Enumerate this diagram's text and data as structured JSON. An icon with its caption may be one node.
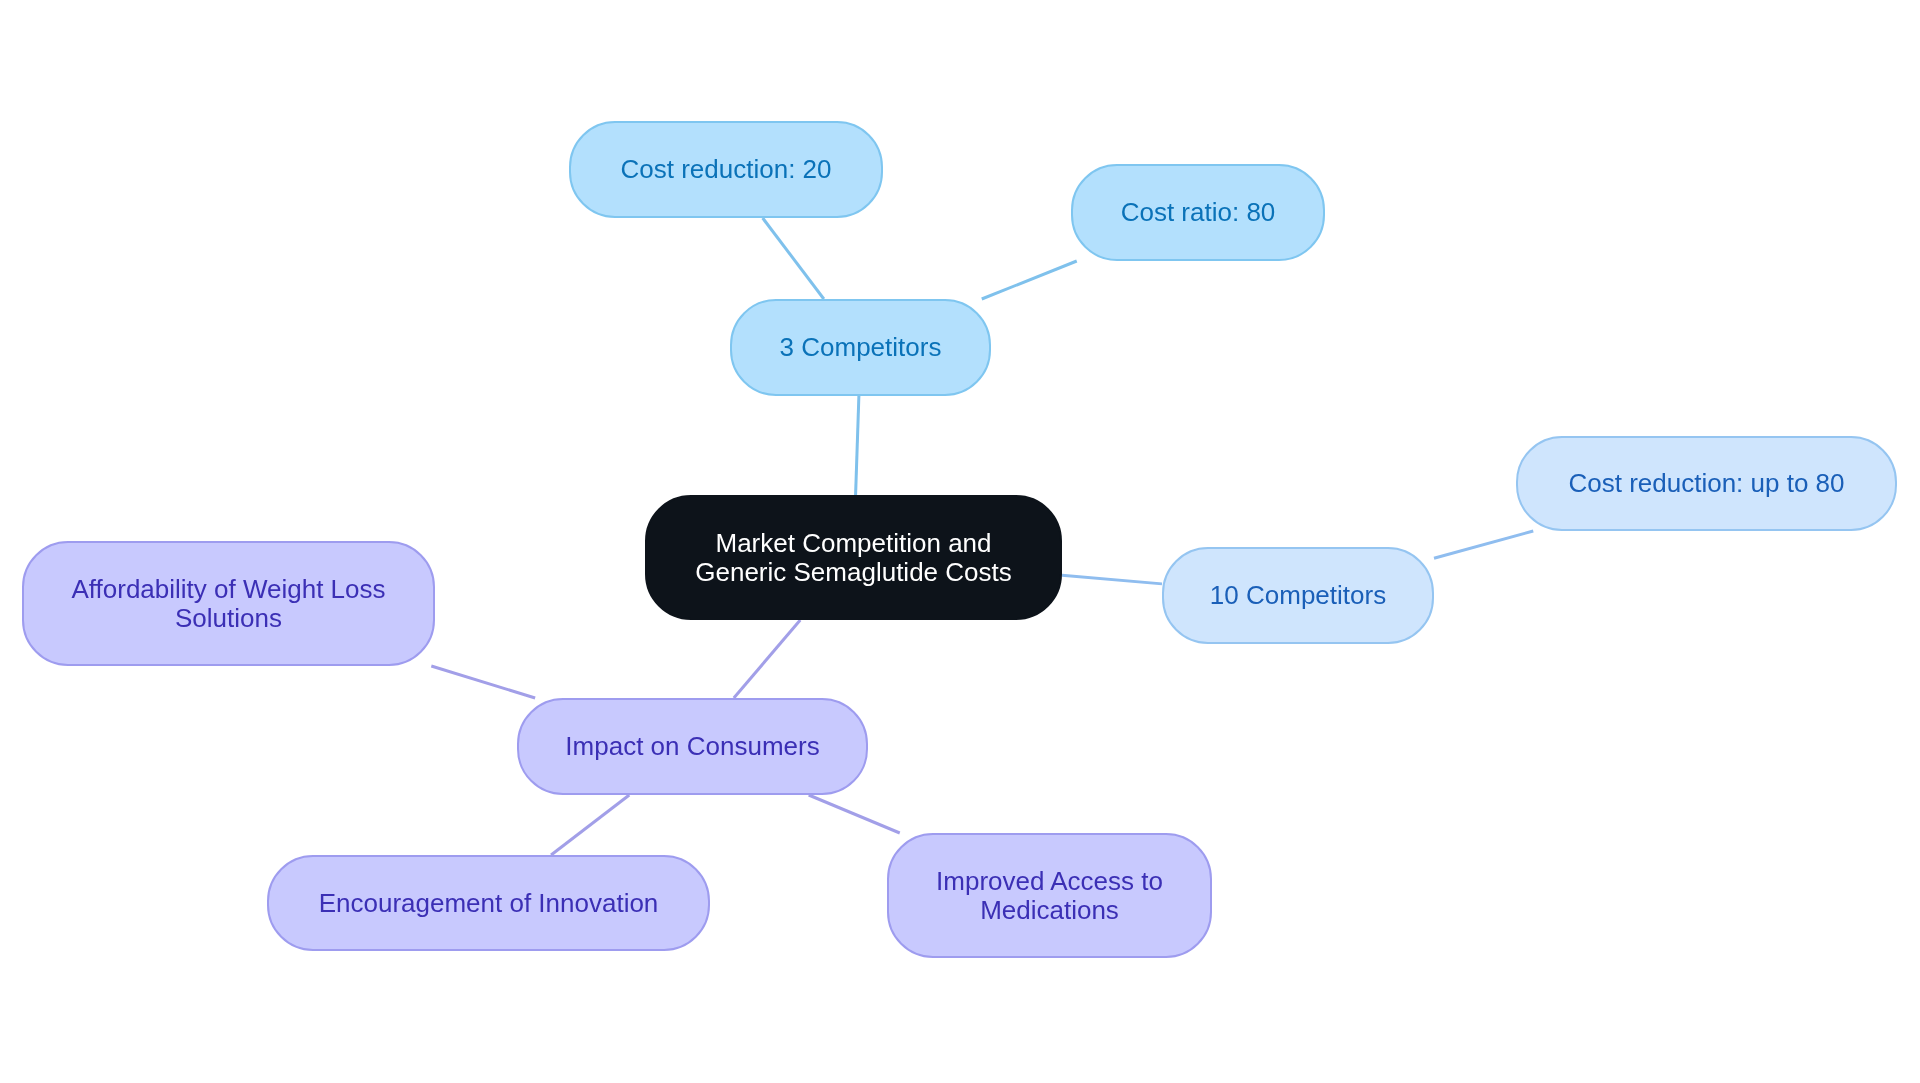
{
  "diagram": {
    "nodes": [
      {
        "text": [
          "Market Competition and Generic Semaglutide Costs"
        ]
      },
      {
        "text": [
          "3 Competitors"
        ]
      },
      {
        "text": [
          "Cost reduction: 20"
        ]
      },
      {
        "text": [
          "Cost ratio: 80"
        ]
      },
      {
        "text": [
          "10 Competitors"
        ]
      },
      {
        "text": [
          "Cost reduction: up to 80"
        ]
      },
      {
        "text": [
          "Impact on Consumers"
        ]
      },
      {
        "text": [
          "Affordability of Weight Loss Solutions"
        ]
      },
      {
        "text": [
          "Encouragement of Innovation"
        ]
      },
      {
        "text": [
          "Improved Access to Medications"
        ]
      }
    ],
    "edges": [
      {
        "from": 0,
        "to": 1,
        "arrow": "none",
        "color": "#7fc1ec"
      },
      {
        "from": 1,
        "to": 2,
        "arrow": "none",
        "color": "#7fc1ec"
      },
      {
        "from": 1,
        "to": 3,
        "arrow": "none",
        "color": "#7fc1ec"
      },
      {
        "from": 0,
        "to": 4,
        "arrow": "none",
        "color": "#8fbdef"
      },
      {
        "from": 4,
        "to": 5,
        "arrow": "none",
        "color": "#8fbdef"
      },
      {
        "from": 0,
        "to": 6,
        "arrow": "none",
        "color": "#a29fe8"
      },
      {
        "from": 6,
        "to": 7,
        "arrow": "none",
        "color": "#a29fe8"
      },
      {
        "from": 6,
        "to": 8,
        "arrow": "none",
        "color": "#a29fe8"
      },
      {
        "from": 6,
        "to": 9,
        "arrow": "none",
        "color": "#a29fe8"
      }
    ]
  }
}
